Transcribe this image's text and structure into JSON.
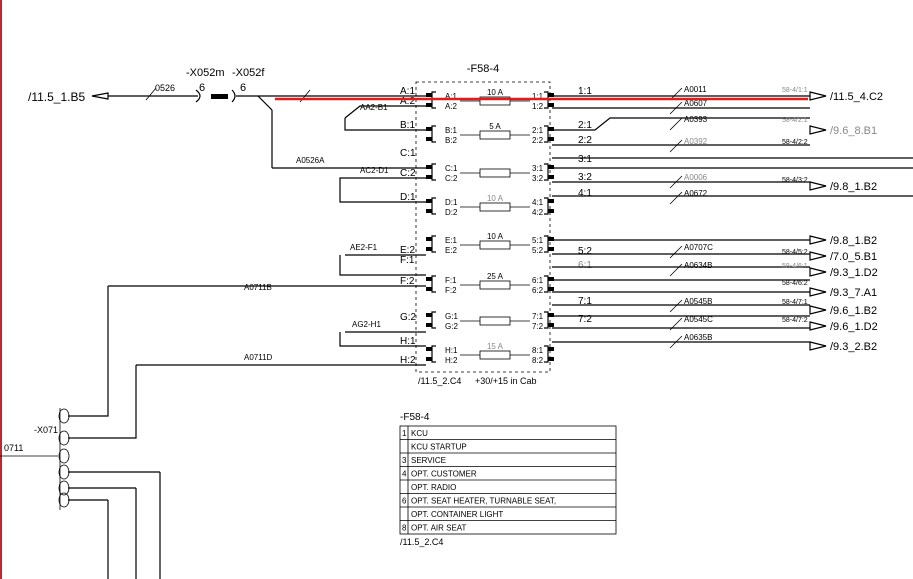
{
  "module": {
    "title": "-F58-4",
    "bottom_ref": "/11.5_2.C4",
    "bottom_note": "+30/+15 in Cab"
  },
  "source": {
    "ref": "/11.5_1.B5",
    "wire": "0526",
    "x052m": "-X052m",
    "x052f": "-X052f",
    "pin_m": "6",
    "pin_f": "6"
  },
  "left_pins": [
    "A:1",
    "A:2",
    "B:1",
    "C:1",
    "C:2",
    "D:1",
    "E:2",
    "F:1",
    "F:2",
    "G:2",
    "H:1",
    "H:2"
  ],
  "inner_left": [
    "A:1",
    "A:2",
    "B:1",
    "B:2",
    "C:1",
    "C:2",
    "D:1",
    "D:2",
    "E:1",
    "E:2",
    "F:1",
    "F:2",
    "G:1",
    "G:2",
    "H:1",
    "H:2"
  ],
  "inner_right": [
    "1:1",
    "1:2",
    "2:1",
    "2:2",
    "3:1",
    "3:2",
    "4:1",
    "4:2",
    "5:1",
    "5:2",
    "6:1",
    "6:2",
    "7:1",
    "7:2",
    "8:1",
    "8:2"
  ],
  "fuses": [
    "10 A",
    "5 A",
    "",
    "10 A",
    "10 A",
    "25 A",
    "",
    "15 A"
  ],
  "right_pins": [
    "1:1",
    "2:1",
    "2:2",
    "3:1",
    "3:2",
    "4:1",
    "5:2",
    "6:1",
    "7:1",
    "7:2"
  ],
  "left_wires": [
    "AA2-B1",
    "A0526A",
    "AC2-D1",
    "AE2-F1",
    "A0711B",
    "AG2-H1",
    "A0711D"
  ],
  "right_wires": [
    "A0011",
    "A0607",
    "A0393",
    "A0392",
    "A0006",
    "A0672",
    "A0707C",
    "A0634B",
    "A0545B",
    "A0545C",
    "A0635B"
  ],
  "terminal_labels": [
    "58-4/1:1",
    "58-4/2:1",
    "58-4/2:2",
    "58-4/3:2",
    "58-4/5:2",
    "58-4/6:1",
    "58-4/6:2",
    "58-4/7:1",
    "58-4/7:2"
  ],
  "refs": [
    "/11.5_4.C2",
    "/9.6_8.B1",
    "/9.8_1.B2",
    "/9.8_1.B2",
    "/7.0_5.B1",
    "/9.3_1.D2",
    "/9.3_7.A1",
    "/9.6_1.B2",
    "/9.6_1.D2",
    "/9.3_2.B2"
  ],
  "connector": {
    "label": "-X071",
    "wire": "0711"
  },
  "legend": {
    "title": "-F58-4",
    "rows": [
      {
        "num": "1",
        "text": "KCU"
      },
      {
        "num": "",
        "text": "KCU STARTUP"
      },
      {
        "num": "3",
        "text": "SERVICE"
      },
      {
        "num": "4",
        "text": "OPT. CUSTOMER"
      },
      {
        "num": "",
        "text": "OPT. RADIO"
      },
      {
        "num": "6",
        "text": "OPT. SEAT HEATER, TURNABLE SEAT,"
      },
      {
        "num": "",
        "text": "OPT. CONTAINER LIGHT"
      },
      {
        "num": "8",
        "text": "OPT. AIR SEAT"
      }
    ],
    "ref": "/11.5_2.C4"
  },
  "colors": {
    "line": "#000000",
    "highlight": "#e31b1b",
    "border": "#c1282e",
    "faded": "#888888"
  }
}
